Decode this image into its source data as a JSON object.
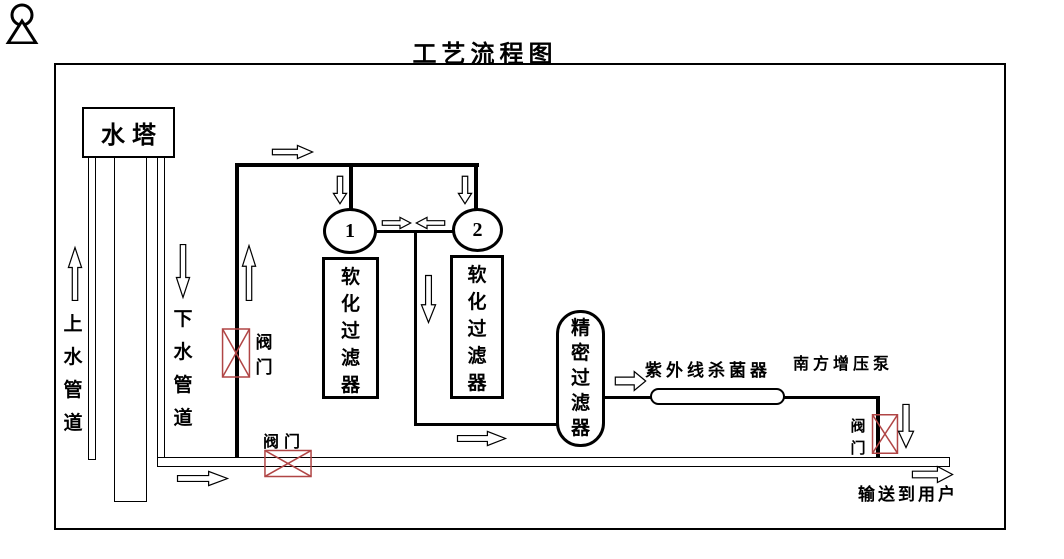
{
  "title": "工艺流程图",
  "colors": {
    "line": "#000000",
    "valve": "#b04545",
    "background": "#ffffff"
  },
  "labels": {
    "water_tower": "水塔",
    "up_pipe": "上水管道",
    "down_pipe": "下水管道",
    "main_valve": "阀门",
    "bottom_valve": "阀门",
    "outlet_valve": "阀门",
    "unit1": "1",
    "unit2": "2",
    "softening_filter_1": "软化过滤器",
    "softening_filter_2": "软化过滤器",
    "precision_filter": "精密过滤器",
    "uv_sterilizer": "紫外线杀菌器",
    "booster_pump": "南方增压泵",
    "delivery": "输送到用户"
  }
}
